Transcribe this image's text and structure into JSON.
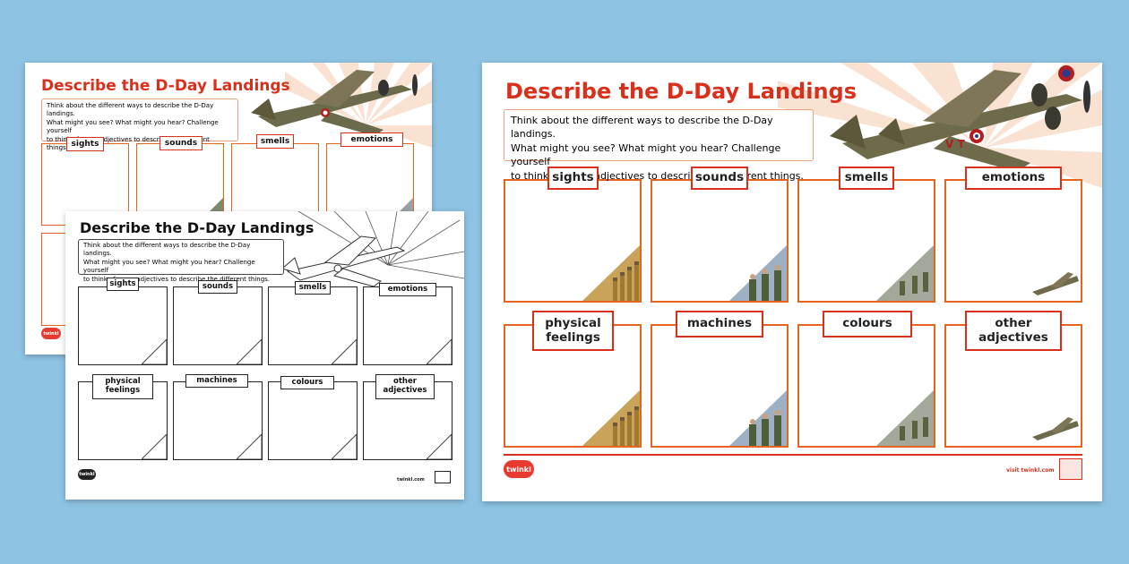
{
  "worksheet": {
    "title": "Describe the D-Day Landings",
    "intro": "Think about the different ways to describe the D-Day landings.\nWhat might you see? What might you hear? Challenge yourself\nto think of some adjectives to describe the different things.",
    "categories": [
      "sights",
      "sounds",
      "smells",
      "emotions",
      "physical\nfeelings",
      "machines",
      "colours",
      "other\nadjectives"
    ],
    "logo_text": "twinkl",
    "footer_url": "visit twinkl.com",
    "bw_footer_url": "twinkl.com"
  },
  "colors": {
    "background": "#8ec3e3",
    "title_red": "#d9301c",
    "box_orange": "#e5651e",
    "ray_peach": "#f9e2d2",
    "logo_red": "#e83a2e"
  },
  "icons": [
    "bomber-plane-icon",
    "bullets-icon",
    "soldiers-icon",
    "beach-landing-icon",
    "fighter-plane-icon",
    "twinkl-logo-icon",
    "quality-stamp-icon"
  ]
}
